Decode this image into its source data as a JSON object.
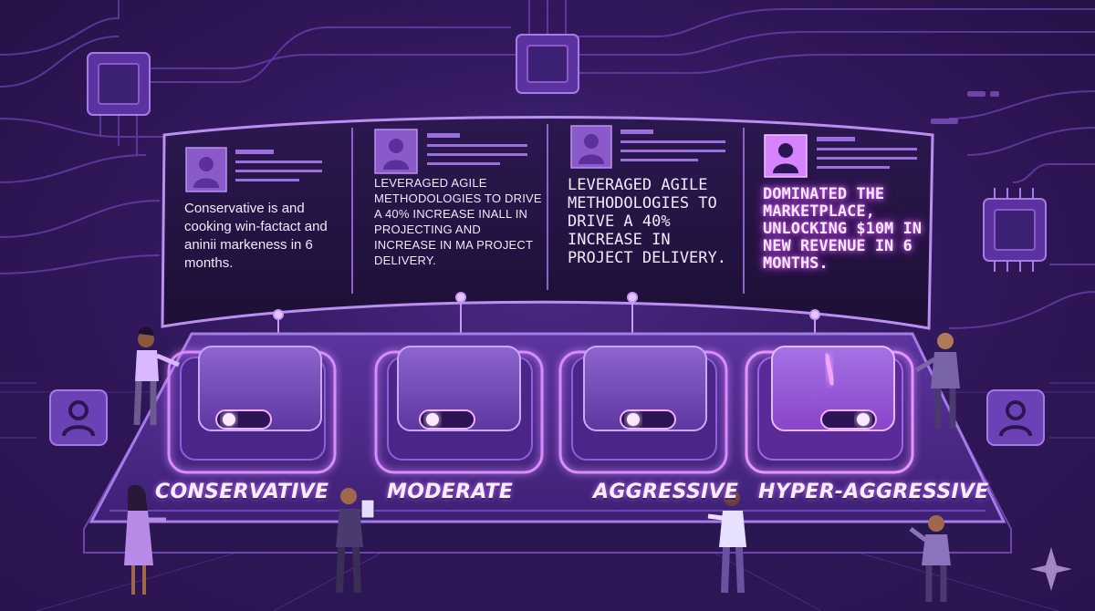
{
  "panels": [
    {
      "text": "Conservative is and cooking win-factact and aninii markeness in 6 months."
    },
    {
      "text": "Leveraged agile methodologies to drive a 40% increase inall in projecting and increase in MA project delivery."
    },
    {
      "text": "Leveraged agile methodologies to drive a 40% increase in project delivery."
    },
    {
      "text": "Dominated the marketplace, unlocking $10M in new revenue in 6 months."
    }
  ],
  "switches": [
    {
      "label": "CONSERVATIVE"
    },
    {
      "label": "MODERATE"
    },
    {
      "label": "AGGRESSIVE"
    },
    {
      "label": "HYPER-AGGRESSIVE",
      "active": true
    }
  ],
  "colors": {
    "accent": "#c97bff",
    "glow": "#e06bff",
    "panel": "#24133f",
    "background": "#33195f"
  }
}
